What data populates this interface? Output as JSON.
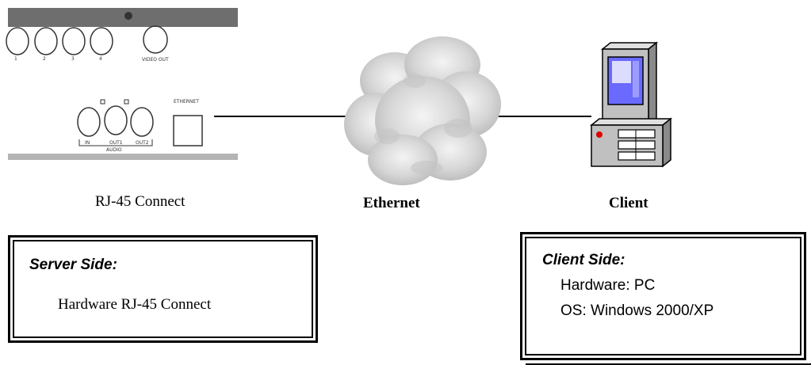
{
  "panel": {
    "top_labels": [
      "1",
      "2",
      "3",
      "4",
      "VIDEO OUT"
    ],
    "port_label": "ETHERNET",
    "audio_labels": [
      "IN",
      "OUT1",
      "OUT2"
    ],
    "audio_group": "AUDIO"
  },
  "captions": {
    "device": "RJ-45 Connect",
    "network": "Ethernet",
    "client": "Client"
  },
  "server_box": {
    "title": "Server Side:",
    "line1": "Hardware RJ-45 Connect"
  },
  "client_box": {
    "title": "Client Side:",
    "line1": "Hardware: PC",
    "line2": "OS: Windows 2000/XP"
  },
  "colors": {
    "panel_bar": "#6e6e6e",
    "panel_bottom": "#b4b4b4",
    "cloud": "#d8d8d8",
    "pc_body": "#c0c0c0",
    "pc_screen": "#6a6aff"
  }
}
